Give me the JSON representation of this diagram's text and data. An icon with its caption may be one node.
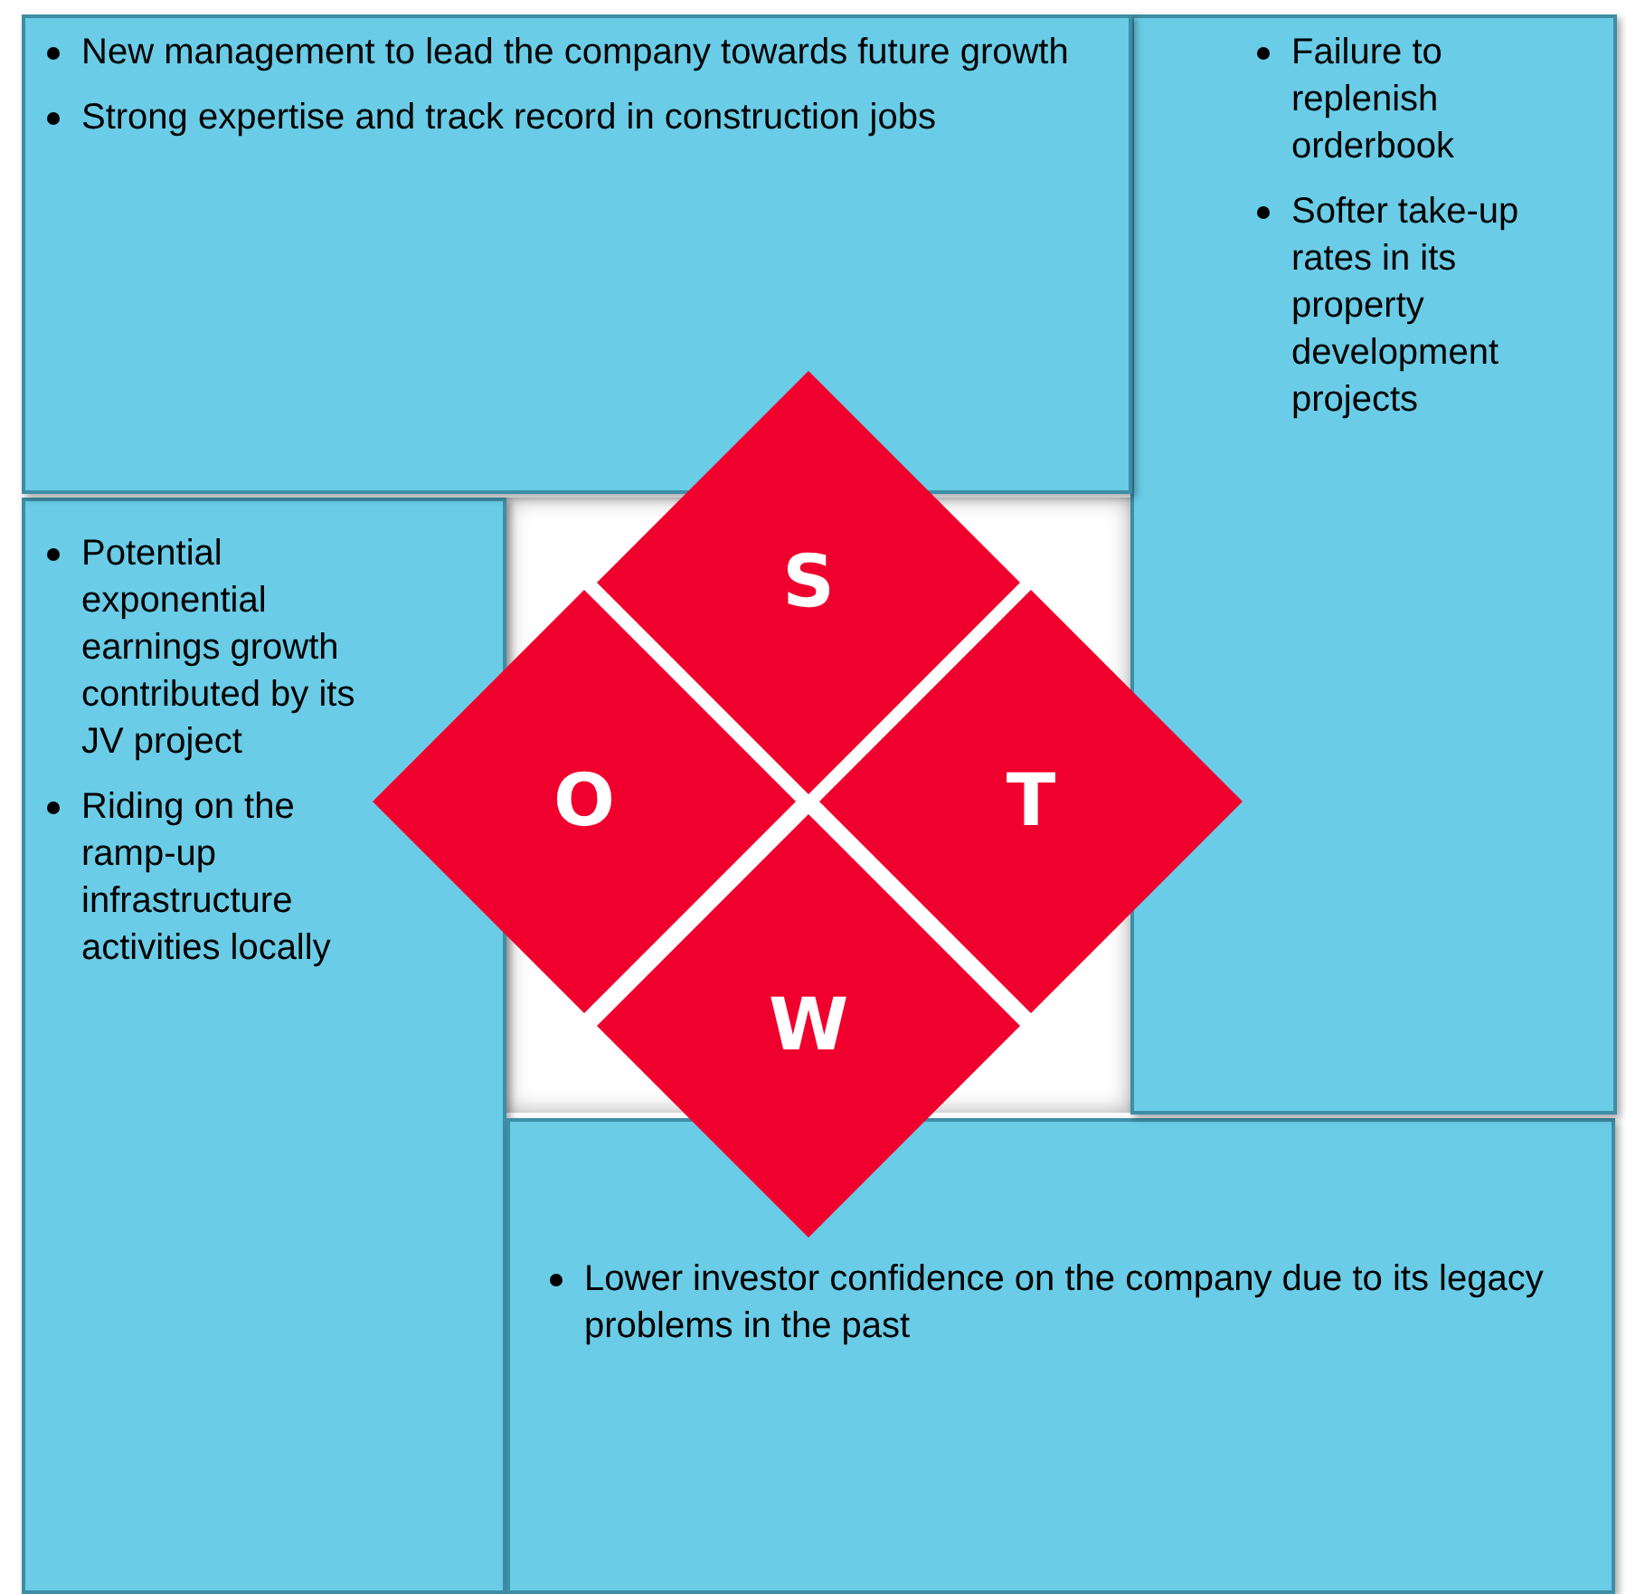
{
  "diagram": {
    "nodes": [
      {
        "text": [
          "New management to lead the company towards future growth",
          "Strong expertise and track record in construction jobs"
        ]
      },
      {
        "text": [
          "Failure to replenish orderbook",
          "Softer take-up rates in its property development projects"
        ]
      },
      {
        "text": [
          "Potential exponential earnings growth contributed by its JV project",
          "Riding on the ramp-up infrastructure activities locally"
        ]
      },
      {
        "text": [
          "Lower investor confidence on the company due to its legacy problems in the past"
        ]
      },
      {
        "text": [
          "S"
        ]
      },
      {
        "text": [
          "O"
        ]
      },
      {
        "text": [
          "T"
        ]
      },
      {
        "text": [
          "W"
        ]
      }
    ]
  }
}
